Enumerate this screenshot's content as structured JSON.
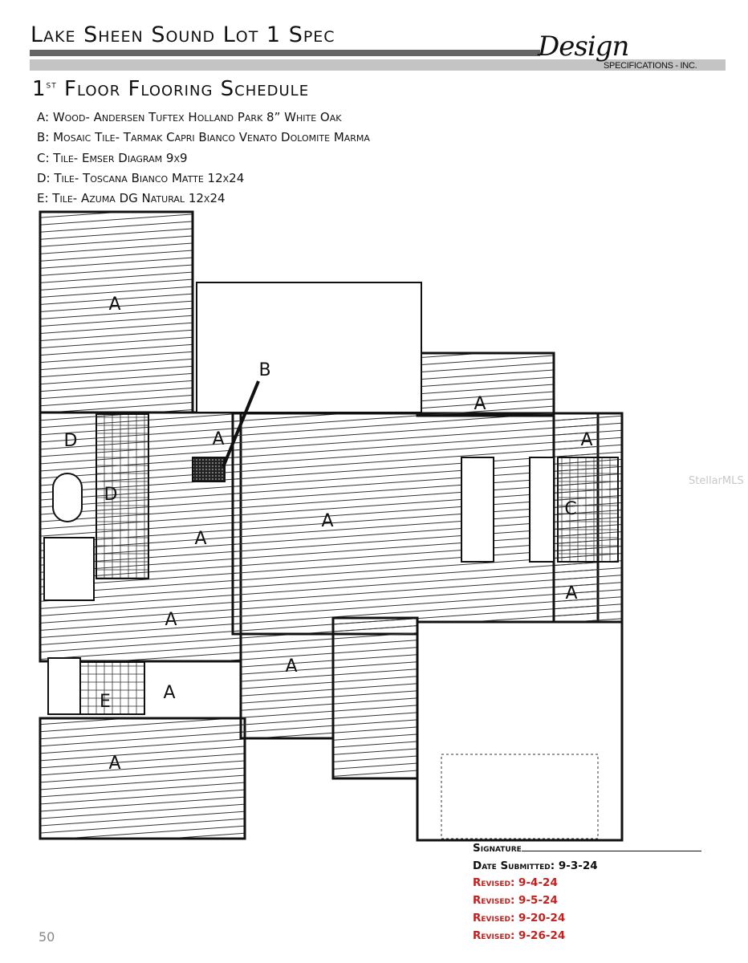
{
  "header": {
    "title": "Lake Sheen Sound Lot 1 Spec",
    "logo_script": "Design",
    "logo_sub": "SPECIFICATIONS - INC."
  },
  "subtitle": {
    "prefix": "1",
    "sup": "st",
    "text": "Floor Flooring Schedule"
  },
  "legend": [
    "A: Wood- Andersen Tuftex Holland Park 8” White Oak",
    "B: Mosaic Tile- Tarmak Capri Bianco Venato Dolomite Marma",
    "C: Tile- Emser Diagram 9x9",
    "D: Tile- Toscana Bianco Matte 12x24",
    "E: Tile- Azuma DG Natural 12x24"
  ],
  "plan_labels": {
    "a": "A",
    "b": "B",
    "c": "C",
    "d": "D",
    "e": "E"
  },
  "signoff": {
    "signature": "Signature",
    "date_submitted": "Date Submitted: 9-3-24",
    "revisions": [
      "Revised: 9-4-24",
      "Revised: 9-5-24",
      "Revised: 9-20-24",
      "Revised: 9-26-24"
    ]
  },
  "page_number": "50",
  "watermark": "StellarMLS",
  "colors": {
    "revision": "#c4201e",
    "bar_dark": "#666666",
    "bar_light": "#c4c4c4"
  }
}
